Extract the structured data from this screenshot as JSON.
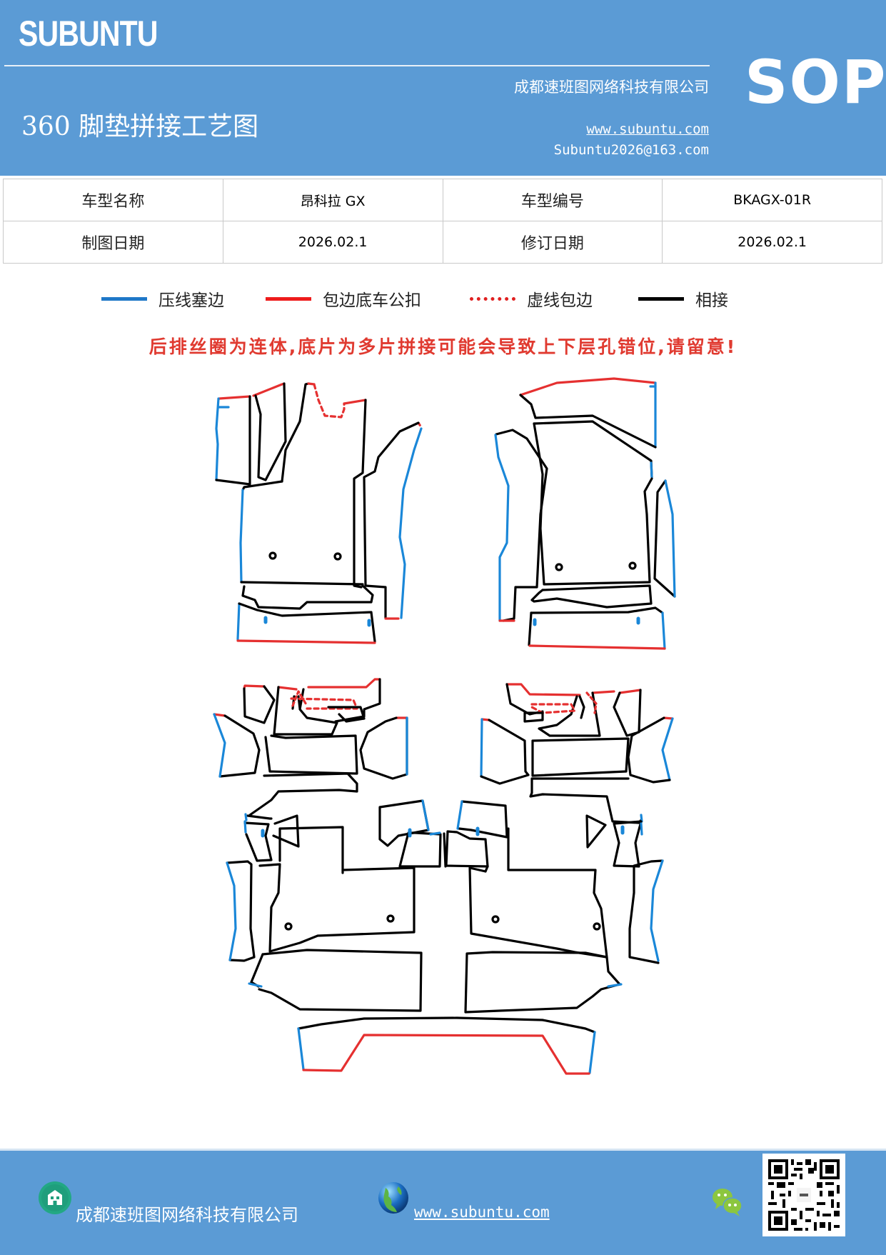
{
  "header": {
    "brand": "SUBUNTU",
    "doc_title": "360 脚垫拼接工艺图",
    "company": "成都速班图网络科技有限公司",
    "website": "www.subuntu.com",
    "email": "Subuntu2026@163.com",
    "badge": "SOP",
    "background_color": "#5b9bd5"
  },
  "info_table": {
    "rows": [
      {
        "label1": "车型名称",
        "value1": "昂科拉 GX",
        "label2": "车型编号",
        "value2": "BKAGX-01R"
      },
      {
        "label1": "制图日期",
        "value1": "2026.02.1",
        "label2": "修订日期",
        "value2": "2026.02.1"
      }
    ]
  },
  "legend": [
    {
      "label": "压线塞边",
      "color": "#1f78c8",
      "style": "solid",
      "icon": "blue-line"
    },
    {
      "label": "包边底车公扣",
      "color": "#ee1c1c",
      "style": "solid",
      "icon": "red-line"
    },
    {
      "label": "虚线包边",
      "color": "#e02020",
      "style": "dotted",
      "icon": "red-dotted-line"
    },
    {
      "label": "相接",
      "color": "#000000",
      "style": "solid",
      "icon": "black-line"
    }
  ],
  "warning": "后排丝圈为连体,底片为多片拼接可能会导致上下层孔错位,请留意!",
  "diagram": {
    "description": "360 floor mat splicing layout: front-left, front-right, second-row and rear pieces",
    "groups": [
      "front-left-mat",
      "front-right-mat",
      "rear-left-mat",
      "rear-right-mat",
      "trunk-edge-mat"
    ]
  },
  "footer": {
    "company": "成都速班图网络科技有限公司",
    "website": "www.subuntu.com",
    "icons": [
      "building-icon",
      "globe-icon",
      "wechat-icon",
      "qr-code"
    ]
  }
}
